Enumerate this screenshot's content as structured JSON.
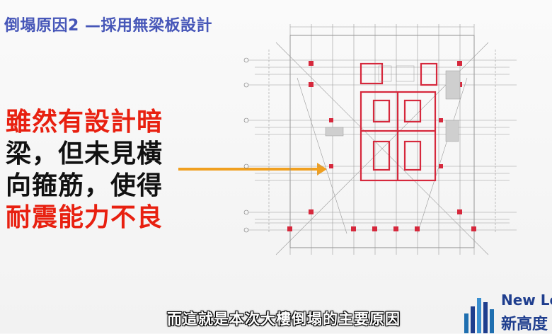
{
  "slide": {
    "title": "倒塌原因2 —採用無梁板設計",
    "callout_lines": [
      "雖然有設計暗",
      "梁，但未見橫",
      "向箍筋，使得",
      "耐震能力不良"
    ],
    "subtitle": "而這就是本次大樓倒塌的主要原因"
  },
  "logo": {
    "name_en": "New Le",
    "name_zh": "新高度"
  },
  "colors": {
    "title": "#4656b8",
    "highlight": "#e82010",
    "arrow": "#f0a020",
    "drawing_red": "#d6283c",
    "logo_blue": "#1f3e8e"
  }
}
